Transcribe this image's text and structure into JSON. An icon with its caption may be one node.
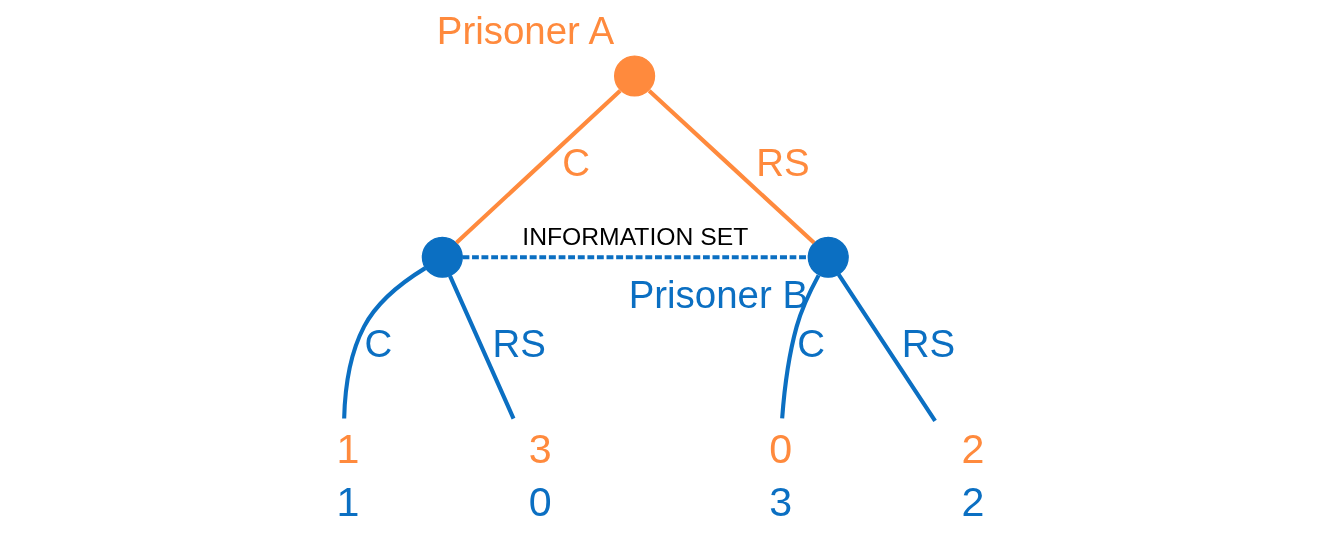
{
  "diagram": {
    "nodes": [
      {
        "text": [],
        "shape": "circle",
        "beside": [
          "Prisoner A"
        ]
      },
      {
        "text": [],
        "shape": "circle"
      },
      {
        "text": [],
        "shape": "circle",
        "beside": [
          "Prisoner B"
        ]
      },
      {
        "text": [
          "1",
          "1"
        ]
      },
      {
        "text": [
          "3",
          "0"
        ]
      },
      {
        "text": [
          "0",
          "3"
        ]
      },
      {
        "text": [
          "2",
          "2"
        ]
      }
    ],
    "edges": [
      {
        "from": 0,
        "to": 1,
        "arrow": "none",
        "label": "C",
        "color": "#ff8a3d"
      },
      {
        "from": 0,
        "to": 2,
        "arrow": "none",
        "label": "RS",
        "color": "#ff8a3d"
      },
      {
        "from": 1,
        "to": 2,
        "arrow": "none",
        "label": "INFORMATION SET",
        "style": "dashed"
      },
      {
        "from": 1,
        "to": 3,
        "arrow": "none",
        "label": "C"
      },
      {
        "from": 1,
        "to": 4,
        "arrow": "none",
        "label": "RS"
      },
      {
        "from": 2,
        "to": 5,
        "arrow": "none",
        "label": "C"
      },
      {
        "from": 2,
        "to": 6,
        "arrow": "none",
        "label": "RS"
      }
    ]
  }
}
